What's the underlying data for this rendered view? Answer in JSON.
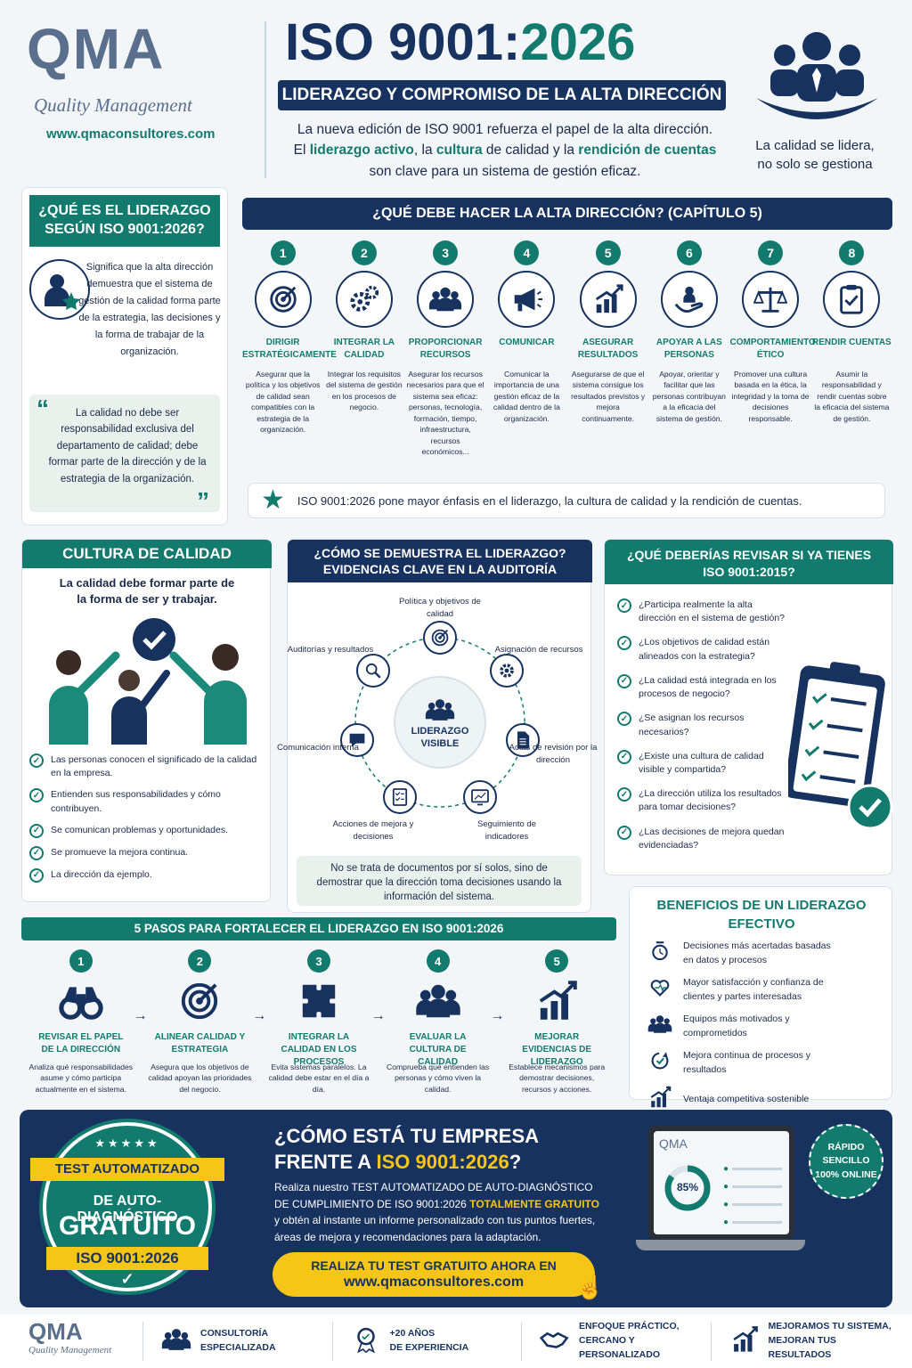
{
  "brand": {
    "logo": "QMA",
    "tagline": "Quality Management",
    "url": "www.qmaconsultores.com"
  },
  "header": {
    "title_a": "ISO 9001:",
    "title_b": "2026",
    "subtitle": "LIDERAZGO Y COMPROMISO DE LA ALTA DIRECCIÓN",
    "intro_1": "La nueva edición de ISO 9001 refuerza el papel de la alta dirección.",
    "intro_2a": "El ",
    "intro_2b": "liderazgo activo",
    "intro_2c": ", la ",
    "intro_2d": "cultura",
    "intro_2e": " de calidad y la ",
    "intro_2f": "rendición de cuentas",
    "intro_3": "son clave para un sistema de gestión eficaz.",
    "motto_1": "La calidad se lidera,",
    "motto_2": "no solo se gestiona"
  },
  "que_es": {
    "title_1": "¿QUÉ ES EL LIDERAZGO",
    "title_2": "SEGÚN ISO 9001:2026?",
    "text": "Significa que la alta dirección demuestra que el sistema de gestión de la calidad forma parte de la estrategia, las decisiones y la forma de trabajar de la organización.",
    "quote": "La calidad no debe ser responsabilidad exclusiva del departamento de calidad; debe formar parte de la dirección y de la estrategia de la organización."
  },
  "cap5": {
    "title": "¿QUÉ DEBE HACER LA ALTA DIRECCIÓN? (CAPÍTULO 5)",
    "items": [
      {
        "n": "1",
        "t": "DIRIGIR ESTRATÉGICAMENTE",
        "d": "Asegurar que la política y los objetivos de calidad sean compatibles con la estrategia de la organización.",
        "icon": "target-icon"
      },
      {
        "n": "2",
        "t": "INTEGRAR LA CALIDAD",
        "d": "Integrar los requisitos del sistema de gestión en los procesos de negocio.",
        "icon": "gears-icon"
      },
      {
        "n": "3",
        "t": "PROPORCIONAR RECURSOS",
        "d": "Asegurar los recursos necesarios para que el sistema sea eficaz: personas, tecnología, formación, tiempo, infraestructura, recursos económicos...",
        "icon": "team-icon"
      },
      {
        "n": "4",
        "t": "COMUNICAR",
        "d": "Comunicar la importancia de una gestión eficaz de la calidad dentro de la organización.",
        "icon": "megaphone-icon"
      },
      {
        "n": "5",
        "t": "ASEGURAR RESULTADOS",
        "d": "Asegurarse de que el sistema consigue los resultados previstos y mejora continuamente.",
        "icon": "growth-chart-icon"
      },
      {
        "n": "6",
        "t": "APOYAR A LAS PERSONAS",
        "d": "Apoyar, orientar y facilitar que las personas contribuyan a la eficacia del sistema de gestión.",
        "icon": "support-hand-icon"
      },
      {
        "n": "7",
        "t": "COMPORTAMIENTO ÉTICO",
        "d": "Promover una cultura basada en la ética, la integridad y la toma de decisiones responsable.",
        "icon": "scales-icon"
      },
      {
        "n": "8",
        "t": "RENDIR CUENTAS",
        "d": "Asumir la responsabilidad y rendir cuentas sobre la eficacia del sistema de gestión.",
        "icon": "clipboard-check-icon"
      }
    ],
    "note": "ISO 9001:2026 pone mayor énfasis en el liderazgo, la cultura de calidad y la rendición de cuentas."
  },
  "cultura": {
    "title": "CULTURA DE CALIDAD",
    "sub": "La calidad debe formar parte de la forma de ser y trabajar.",
    "items": [
      "Las personas conocen el significado de la calidad en la empresa.",
      "Entienden sus responsabilidades y cómo contribuyen.",
      "Se comunican problemas y oportunidades.",
      "Se promueve la mejora continua.",
      "La dirección da ejemplo."
    ]
  },
  "evidencias": {
    "title_1": "¿CÓMO SE DEMUESTRA EL LIDERAZGO?",
    "title_2": "EVIDENCIAS CLAVE EN LA AUDITORÍA",
    "center": "LIDERAZGO VISIBLE",
    "nodes": [
      "Política y objetivos de calidad",
      "Asignación de recursos",
      "Actas de revisión por la dirección",
      "Seguimiento de indicadores",
      "Acciones de mejora y decisiones",
      "Comunicación interna",
      "Auditorías y resultados"
    ],
    "note": "No se trata de documentos por sí solos, sino de demostrar que la dirección toma decisiones usando la información del sistema."
  },
  "revisar": {
    "title_1": "¿QUÉ DEBERÍAS REVISAR SI YA TIENES",
    "title_2": "ISO 9001:2015?",
    "items": [
      "¿Participa realmente la alta dirección en el sistema de gestión?",
      "¿Los objetivos de calidad están alineados con la estrategia?",
      "¿La calidad está integrada en los procesos de negocio?",
      "¿Se asignan los recursos necesarios?",
      "¿Existe una cultura de calidad visible y compartida?",
      "¿La dirección utiliza los resultados para tomar decisiones?",
      "¿Las decisiones de mejora quedan evidenciadas?"
    ]
  },
  "pasos": {
    "title": "5 PASOS PARA FORTALECER EL LIDERAZGO EN ISO 9001:2026",
    "items": [
      {
        "n": "1",
        "t": "REVISAR EL PAPEL DE LA DIRECCIÓN",
        "d": "Analiza qué responsabilidades asume y cómo participa actualmente en el sistema.",
        "icon": "binoculars-icon"
      },
      {
        "n": "2",
        "t": "ALINEAR CALIDAD Y ESTRATEGIA",
        "d": "Asegura que los objetivos de calidad apoyan las prioridades del negocio.",
        "icon": "target-icon"
      },
      {
        "n": "3",
        "t": "INTEGRAR LA CALIDAD EN LOS PROCESOS",
        "d": "Evita sistemas paralelos. La calidad debe estar en el día a día.",
        "icon": "puzzle-icon"
      },
      {
        "n": "4",
        "t": "EVALUAR LA CULTURA DE CALIDAD",
        "d": "Comprueba qué entienden las personas y cómo viven la calidad.",
        "icon": "team-icon"
      },
      {
        "n": "5",
        "t": "MEJORAR EVIDENCIAS DE LIDERAZGO",
        "d": "Establece mecanismos para demostrar decisiones, recursos y acciones.",
        "icon": "growth-chart-icon"
      }
    ]
  },
  "beneficios": {
    "title_1": "BENEFICIOS DE UN LIDERAZGO",
    "title_2": "EFECTIVO",
    "items": [
      "Decisiones más acertadas basadas en datos y procesos",
      "Mayor satisfacción y confianza de clientes y partes interesadas",
      "Equipos más motivados y comprometidos",
      "Mejora continua de procesos y resultados",
      "Ventaja competitiva sostenible"
    ]
  },
  "cta": {
    "badge_1": "TEST AUTOMATIZADO",
    "badge_2": "DE AUTO-DIAGNÓSTICO",
    "badge_3": "GRATUITO",
    "badge_4": "ISO 9001:2026",
    "h_1": "¿CÓMO ESTÁ TU EMPRESA",
    "h_2a": "FRENTE A ",
    "h_2b": "ISO 9001:2026",
    "h_2c": "?",
    "p_1": "Realiza nuestro TEST AUTOMATIZADO DE AUTO-DIAGNÓSTICO",
    "p_2a": "DE CUMPLIMIENTO DE ISO 9001:2026 ",
    "p_2b": "TOTALMENTE GRATUITO",
    "p_3": "y obtén al instante un informe personalizado con tus puntos fuertes,",
    "p_4": "áreas de mejora y recomendaciones para la adaptación.",
    "btn_1": "REALIZA TU TEST GRATUITO AHORA EN",
    "btn_2": "www.qmaconsultores.com",
    "laptop_logo": "QMA",
    "laptop_pct": "85%",
    "laptop_value": 0.85,
    "seal_1": "RÁPIDO",
    "seal_2": "SENCILLO",
    "seal_3": "100% ONLINE"
  },
  "footer": {
    "items": [
      [
        "CONSULTORÍA",
        "ESPECIALIZADA"
      ],
      [
        "+20 AÑOS",
        "DE EXPERIENCIA"
      ],
      [
        "ENFOQUE PRÁCTICO,",
        "CERCANO Y PERSONALIZADO"
      ],
      [
        "MEJORAMOS TU SISTEMA,",
        "MEJORAN TUS RESULTADOS"
      ]
    ]
  },
  "colors": {
    "navy": "#17325f",
    "teal": "#137a6e",
    "yellow": "#f5c518"
  }
}
